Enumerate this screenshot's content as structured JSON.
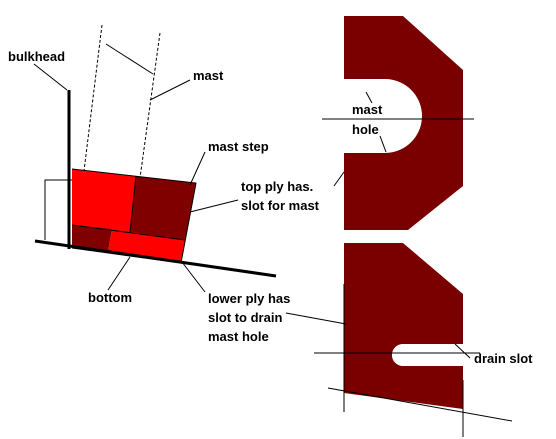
{
  "colors": {
    "wood_bright": "#ff0000",
    "wood_dark": "#800000",
    "wood_maroon": "#7a0000",
    "outline": "#000000",
    "background": "#ffffff"
  },
  "labels": {
    "bulkhead": "bulkhead",
    "mast": "mast",
    "mast_step": "mast step",
    "top_ply_line1": "top ply has.",
    "top_ply_line2": "slot for mast",
    "bottom": "bottom",
    "lower_ply_line1": "lower ply has",
    "lower_ply_line2": "slot to drain",
    "lower_ply_line3": "mast hole",
    "mast_hole_line1": "mast",
    "mast_hole_line2": "hole",
    "drain_slot": "drain slot"
  }
}
